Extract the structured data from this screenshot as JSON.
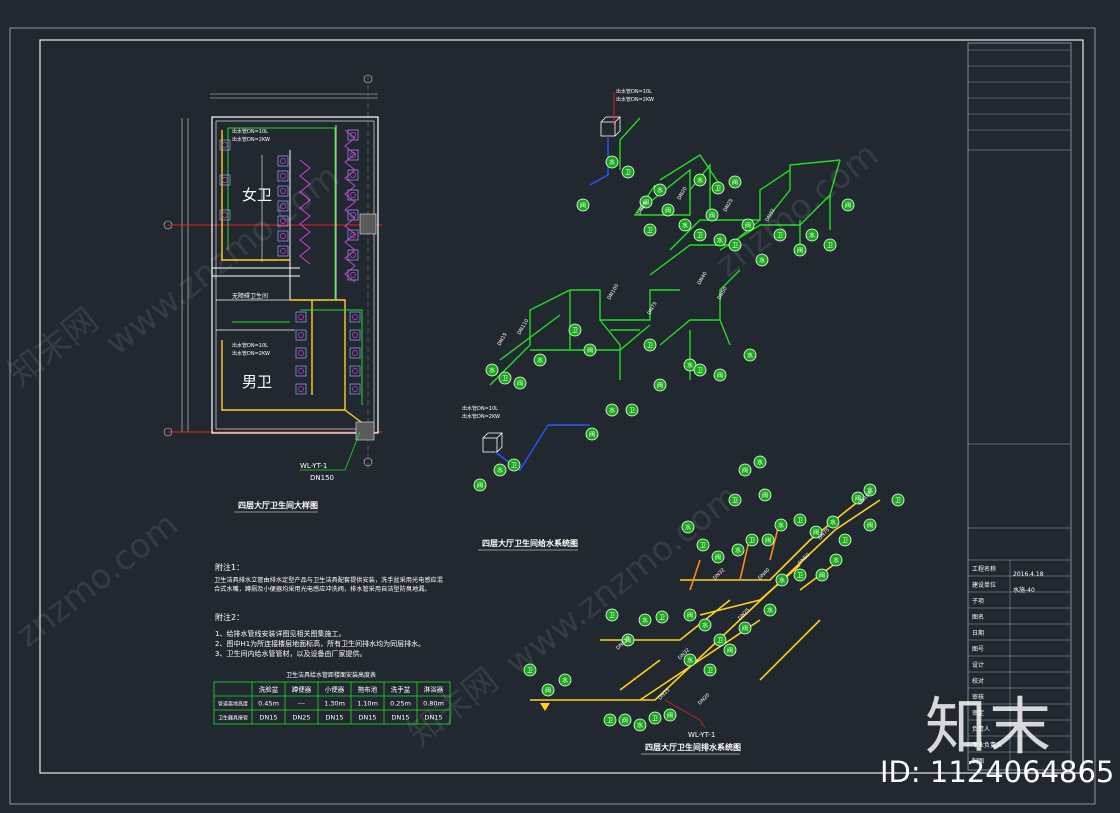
{
  "drawing": {
    "plan_title": "四层大厅卫生间大样图",
    "plan_labels": {
      "female": "女卫",
      "male": "男卫",
      "accessible": "无障碍卫生间",
      "riser": "WL-YT-1",
      "riser_size": "DN150",
      "tank_a": "出水管DN=10L",
      "tank_b": "出水管DN=2KW"
    },
    "water_supply_title": "四层大厅卫生间给水系统图",
    "drainage_title": "四层大厅卫生间排水系统图",
    "drainage_riser": "WL-YT-1",
    "pipe_tags": [
      "DN15",
      "DN20",
      "DN25",
      "DN32",
      "DN40",
      "DN50",
      "DN75",
      "DN100",
      "DN110"
    ],
    "fixture_marks": [
      "阀",
      "水",
      "卫"
    ]
  },
  "notes": {
    "note1_title": "附注1：",
    "note1_body": "卫生洁具排水立管由排水定型产品与卫生洁具配套提供安装，洗手盆采用光电感应混合式水嘴，蹲厕及小便器均采用光电感应冲洗阀，排水管采用自洁型防臭地漏。",
    "note2_title": "附注2：",
    "note2_items": [
      "1、给排水管线安装详图见相关图集施工。",
      "2、图中H1为所连接楼层地面标高，所有卫生间排水均为同层排水。",
      "3、卫生间内给水管管材，以及设备由厂家提供。"
    ]
  },
  "fixture_table": {
    "caption": "卫生洁具给水管距楼面安装高度表",
    "headers": [
      "",
      "洗脸盆",
      "蹲便器",
      "小便器",
      "拖布池",
      "洗手盆",
      "淋浴器"
    ],
    "rows": [
      [
        "管道离地高度",
        "0.45m",
        "---",
        "1.30m",
        "1.10m",
        "0.25m",
        "0.80m"
      ],
      [
        "卫生器具接管",
        "DN15",
        "DN25",
        "DN15",
        "DN15",
        "DN15",
        "DN15"
      ]
    ]
  },
  "title_block": {
    "rows": [
      "工程名称",
      "建设单位",
      "子项",
      "图名",
      "日期",
      "图号",
      "设计",
      "校对",
      "审核",
      "审定",
      "负责人",
      "专业负责人",
      "制图"
    ],
    "date": "2016.4.18",
    "sheet_no": "水施-40"
  },
  "watermarks": [
    "www.znzmo.com",
    "知末网",
    "znzmo.com"
  ],
  "branding": {
    "logo": "知末",
    "image_id": "ID: 1124064865"
  },
  "colors": {
    "background": "#212830",
    "frame": "#cfd6dc",
    "supply_pipe": "#22dd22",
    "drain_pipe": "#ffd21a",
    "plan_wall": "#ffffff",
    "fixture": "#d040d0",
    "red_axis": "#e02020",
    "blue_pipe": "#2a55ff",
    "orange": "#ff8a1a"
  }
}
